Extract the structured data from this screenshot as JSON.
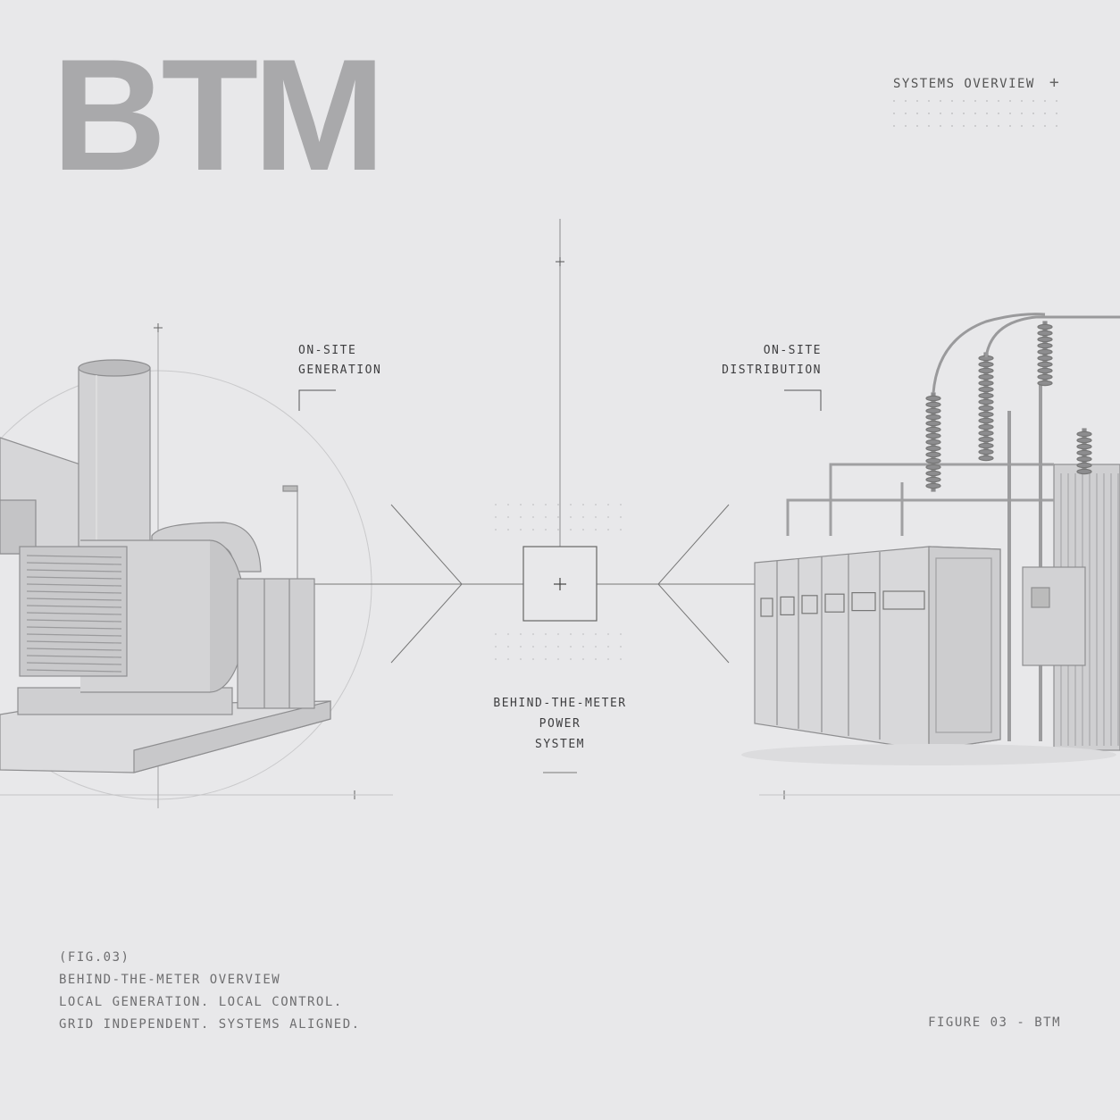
{
  "header": {
    "title": "BTM",
    "section_label": "SYSTEMS OVERVIEW",
    "section_icon": "plus-icon"
  },
  "labels": {
    "generation_line1": "ON-SITE",
    "generation_line2": "GENERATION",
    "distribution_line1": "ON-SITE",
    "distribution_line2": "DISTRIBUTION",
    "center_line1": "BEHIND-THE-METER",
    "center_line2": "POWER",
    "center_line3": "SYSTEM"
  },
  "caption": {
    "fig_ref": "(FIG.03)",
    "line1": "BEHIND-THE-METER OVERVIEW",
    "line2": "LOCAL GENERATION. LOCAL CONTROL.",
    "line3": "GRID INDEPENDENT. SYSTEMS ALIGNED."
  },
  "figure_id": "FIGURE 03 - BTM",
  "colors": {
    "background": "#e8e8ea",
    "title": "#a9a9ab",
    "text": "#3e3e40",
    "line": "#6a6a6c"
  }
}
